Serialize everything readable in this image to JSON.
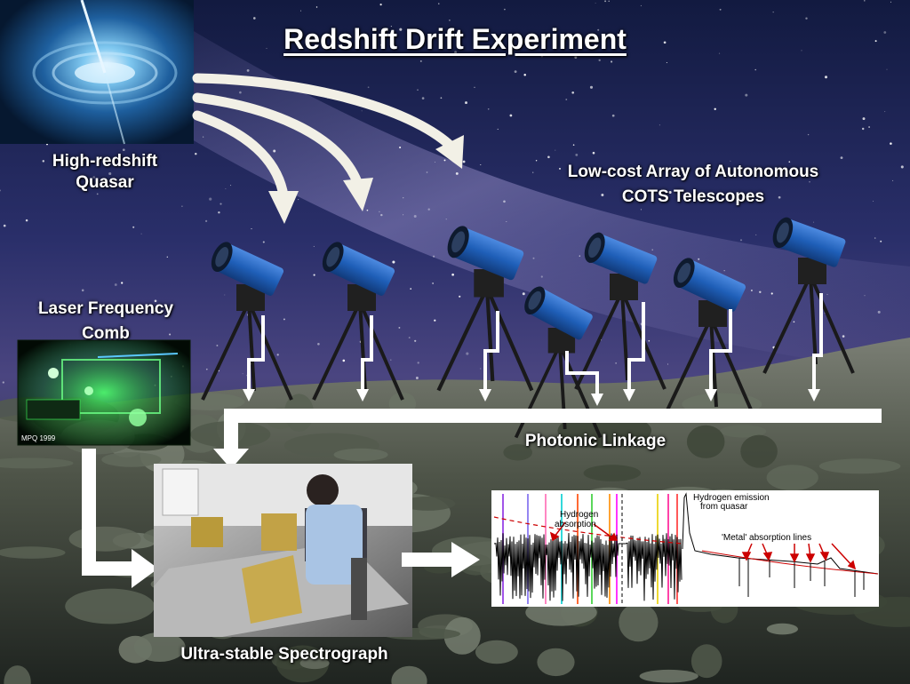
{
  "title": "Redshift Drift Experiment",
  "labels": {
    "quasar_line1": "High-redshift",
    "quasar_line2": "Quasar",
    "array_line1": "Low-cost Array of Autonomous",
    "array_line2": "COTS Telescopes",
    "comb_line1": "Laser Frequency",
    "comb_line2": "Comb",
    "linkage": "Photonic Linkage",
    "spectrograph": "Ultra-stable Spectrograph"
  },
  "comb_photo": {
    "watermark": "MPQ 1999"
  },
  "spectrum_panel": {
    "annotation_hydrogen_absorption_line1": "Hydrogen",
    "annotation_hydrogen_absorption_line2": "absorption",
    "annotation_emission_line1": "Hydrogen emission",
    "annotation_emission_line2": "from quasar",
    "annotation_metal": "'Metal' absorption lines"
  },
  "colors": {
    "arrow": "#ffffff",
    "arrow_curved": "#f2f0e6",
    "telescope_tube": "#1f5fb8",
    "comb_laser": "#38ff5a",
    "spectrum_annotation": "#cc0000",
    "spectrum_line": "#000000",
    "sky_top": "#1a2356",
    "sky_band": "#5b5a9a"
  },
  "spectrum_lines_colors": [
    "#8a2be2",
    "#7b68ee",
    "#ff69b4",
    "#00ced1",
    "#ff4500",
    "#32cd32",
    "#ff8c00",
    "#ff00ff",
    "#e8d000",
    "#ff1493",
    "#ff3030"
  ]
}
